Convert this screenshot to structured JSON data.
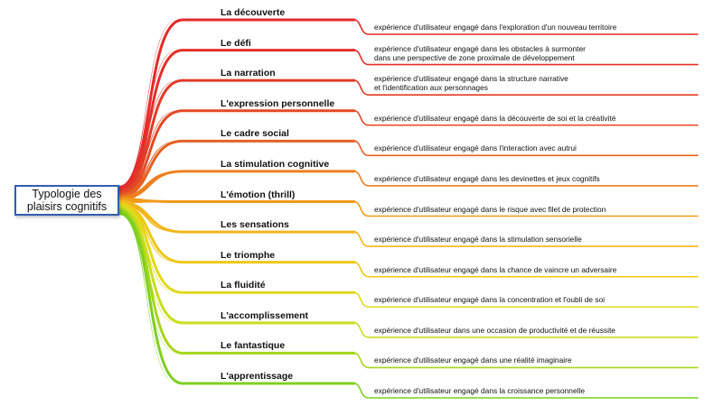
{
  "root": {
    "label": "Typologie des\nplaisirs cognitifs",
    "color": "#2f5fae"
  },
  "branches": [
    {
      "label": "La découverte",
      "detail": "expérience d'utilisateur engagé dans l'exploration d'un nouveau territoire",
      "color": "#e52a2a"
    },
    {
      "label": "Le défi",
      "detail": "expérience d'utilisateur engagé dans les obstacles à surmonter\ndans une perspective de zone proximale de développement",
      "color": "#e3302a"
    },
    {
      "label": "La narration",
      "detail": "expérience d'utilisateur engagé dans la structure narrative\net l'identification aux personnages",
      "color": "#e33a28"
    },
    {
      "label": "L'expression personnelle",
      "detail": "expérience d'utilisateur engagé dans la découverte de soi et la créativité",
      "color": "#e34a26"
    },
    {
      "label": "Le cadre social",
      "detail": "expérience d'utilisateur engagé dans l'interaction avec autrui",
      "color": "#e66024"
    },
    {
      "label": "La stimulation cognitive",
      "detail": "expérience d'utilisateur engagé dans les devinettes et jeux cognitifs",
      "color": "#ee7f1e"
    },
    {
      "label": "L'émotion (thrill)",
      "detail": "expérience d'utilisateur engagé dans le risque avec filet de protection",
      "color": "#f19a1a"
    },
    {
      "label": "Les sensations",
      "detail": "expérience d'utilisateur engagé dans la stimulation sensorielle",
      "color": "#f2b51a"
    },
    {
      "label": "Le triomphe",
      "detail": "expérience d'utilisateur engagé dans la chance de vaincre un adversaire",
      "color": "#eec818"
    },
    {
      "label": "La fluidité",
      "detail": "expérience d'utilisateur engagé dans la concentration et l'oubli de soi",
      "color": "#e2d81a"
    },
    {
      "label": "L'accomplissement",
      "detail": "expérience d'utilisateur dans une occasion de productivité et de réussite",
      "color": "#c8de1c"
    },
    {
      "label": "Le fantastique",
      "detail": "expérience d'utilisateur engagé dans une réalité imaginaire",
      "color": "#a6d61e"
    },
    {
      "label": "L'apprentissage",
      "detail": "expérience d'utilisateur engagé dans la croissance personnelle",
      "color": "#7fcf22"
    }
  ]
}
